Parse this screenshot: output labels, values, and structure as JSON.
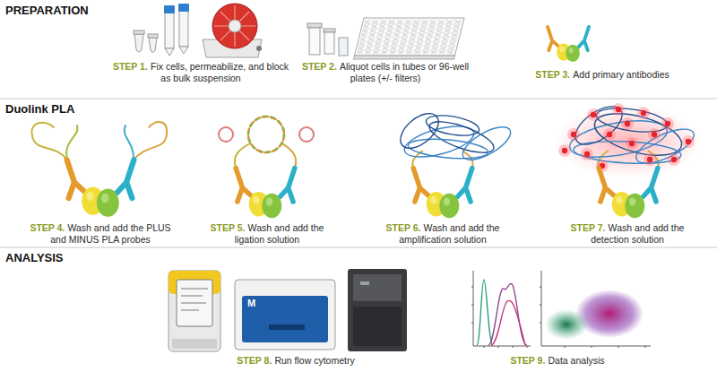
{
  "diagram": {
    "labels": [
      "PREPARATION",
      "STEP 1.",
      "Fix cells, permeabilize, and block as bulk suspension",
      "STEP 2.",
      "Aliquot cells in tubes or 96-well plates (+/- filters)",
      "STEP 3.",
      "Add primary antibodies",
      "Duolink PLA",
      "STEP 4.",
      "Wash and add the PLUS and MINUS PLA probes",
      "STEP 5.",
      "Wash and add the ligation solution",
      "STEP 6.",
      "Wash and add the amplification solution",
      "STEP 7.",
      "Wash and add the detection solution",
      "ANALYSIS",
      "STEP 8.",
      "Run flow cytometry",
      "STEP 9.",
      "Data analysis",
      "M"
    ]
  }
}
